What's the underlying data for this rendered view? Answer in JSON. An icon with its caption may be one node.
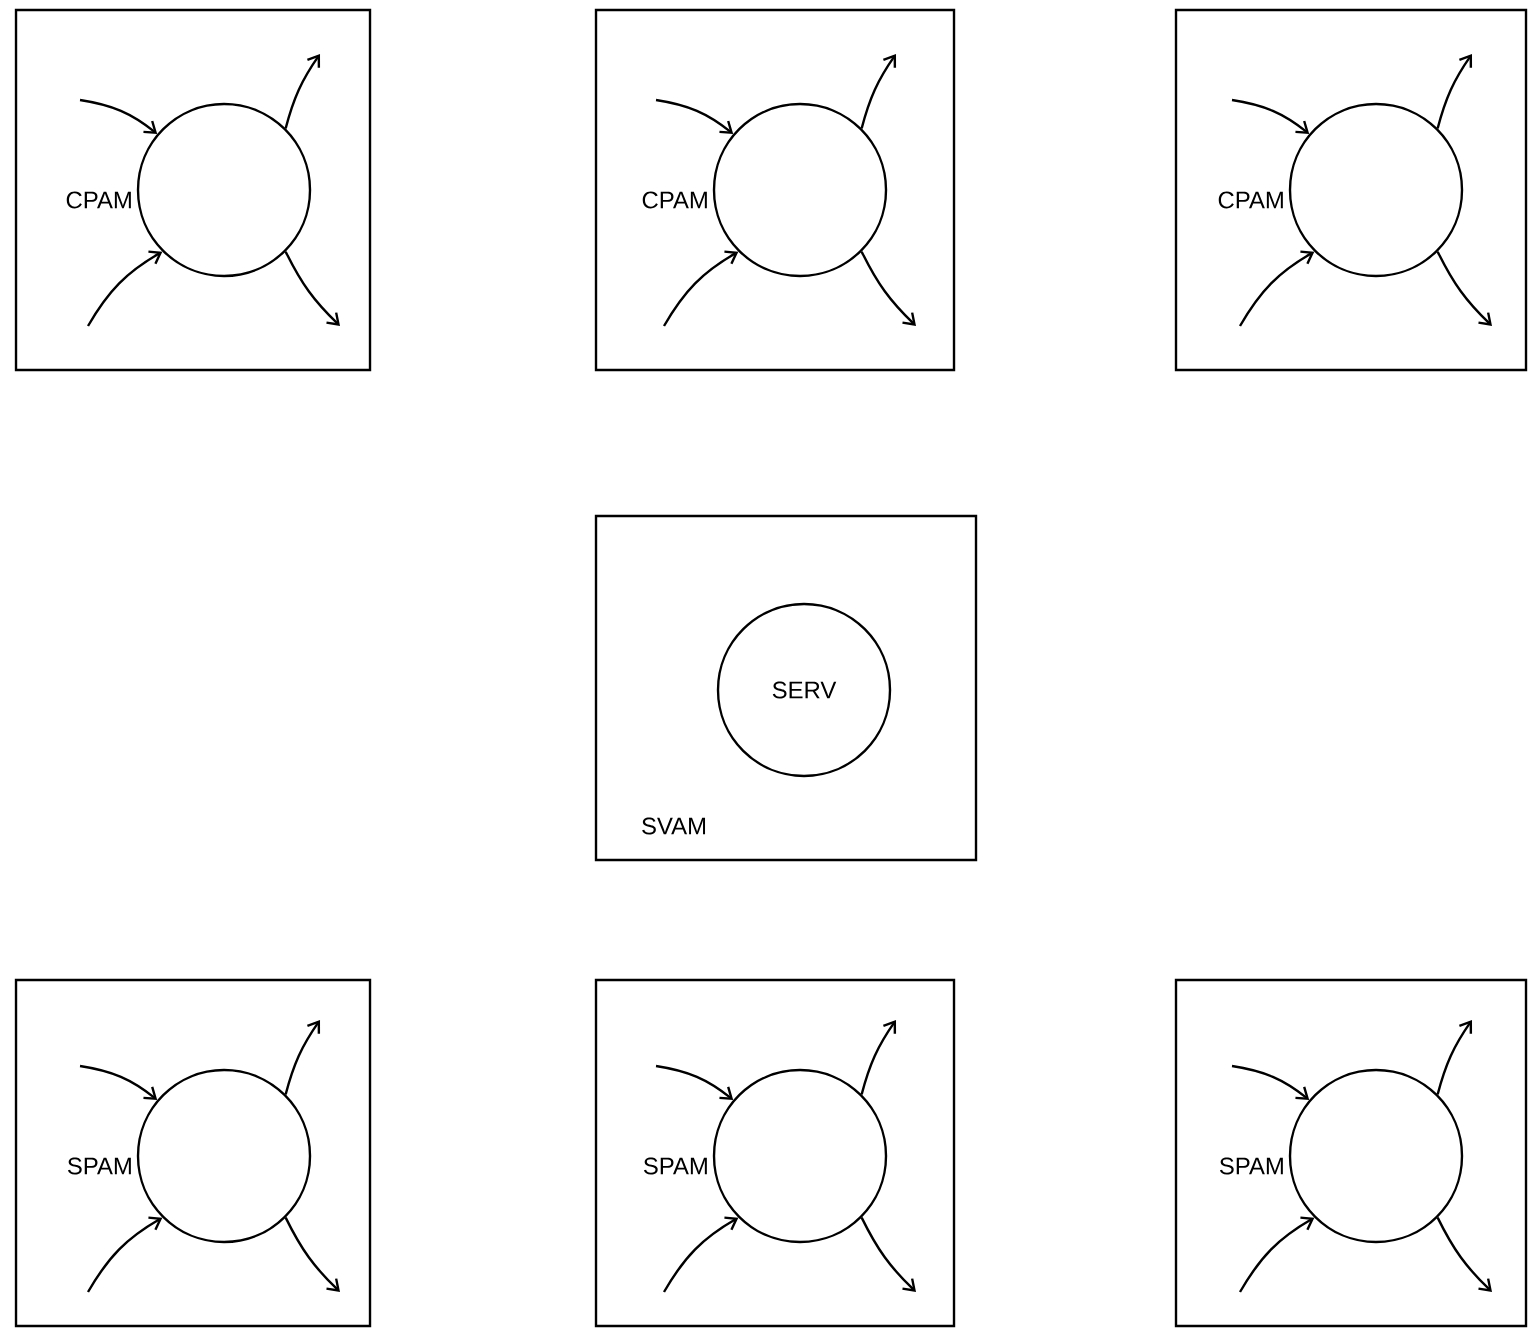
{
  "diagram": {
    "nodes": [
      {
        "text": [
          "CPAM"
        ]
      },
      {
        "text": [],
        "shape": "circle",
        "in": 0
      },
      {
        "text": [
          "CPAM"
        ]
      },
      {
        "text": [],
        "shape": "circle",
        "in": 2
      },
      {
        "text": [
          "CPAM"
        ]
      },
      {
        "text": [],
        "shape": "circle",
        "in": 4
      },
      {
        "text": [
          "SVAM"
        ]
      },
      {
        "text": [
          "SERV"
        ],
        "in": 6
      },
      {
        "text": [
          "SPAM"
        ]
      },
      {
        "text": [],
        "shape": "circle",
        "in": 8
      },
      {
        "text": [
          "SPAM"
        ]
      },
      {
        "text": [],
        "shape": "circle",
        "in": 10
      },
      {
        "text": [
          "SPAM"
        ]
      },
      {
        "text": [],
        "shape": "circle",
        "in": 12
      }
    ],
    "edges": [
      {
        "from": null,
        "to": 1,
        "arrow": "to"
      },
      {
        "from": null,
        "to": 1,
        "arrow": "to"
      },
      {
        "from": 1,
        "to": null,
        "arrow": "to"
      },
      {
        "from": 1,
        "to": null,
        "arrow": "to"
      },
      {
        "from": null,
        "to": 3,
        "arrow": "to"
      },
      {
        "from": null,
        "to": 3,
        "arrow": "to"
      },
      {
        "from": 3,
        "to": null,
        "arrow": "to"
      },
      {
        "from": 3,
        "to": null,
        "arrow": "to"
      },
      {
        "from": null,
        "to": 5,
        "arrow": "to"
      },
      {
        "from": null,
        "to": 5,
        "arrow": "to"
      },
      {
        "from": 5,
        "to": null,
        "arrow": "to"
      },
      {
        "from": 5,
        "to": null,
        "arrow": "to"
      },
      {
        "from": null,
        "to": 9,
        "arrow": "to"
      },
      {
        "from": null,
        "to": 9,
        "arrow": "to"
      },
      {
        "from": 9,
        "to": null,
        "arrow": "to"
      },
      {
        "from": 9,
        "to": null,
        "arrow": "to"
      },
      {
        "from": null,
        "to": 11,
        "arrow": "to"
      },
      {
        "from": null,
        "to": 11,
        "arrow": "to"
      },
      {
        "from": 11,
        "to": null,
        "arrow": "to"
      },
      {
        "from": 11,
        "to": null,
        "arrow": "to"
      },
      {
        "from": null,
        "to": 13,
        "arrow": "to"
      },
      {
        "from": null,
        "to": 13,
        "arrow": "to"
      },
      {
        "from": 13,
        "to": null,
        "arrow": "to"
      },
      {
        "from": 13,
        "to": null,
        "arrow": "to"
      }
    ]
  }
}
